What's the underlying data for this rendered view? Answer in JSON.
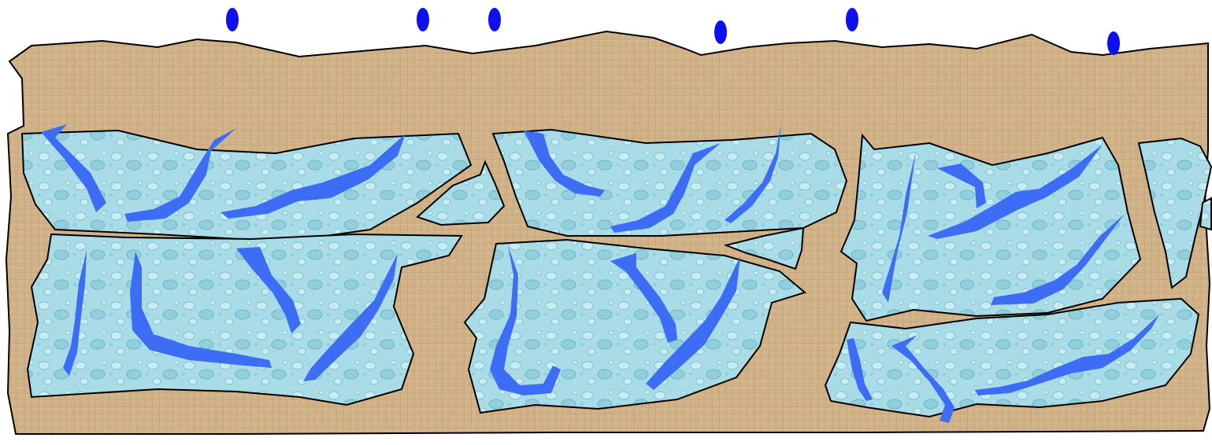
{
  "colors": {
    "background": "#ffffff",
    "soil": "#d3b48a",
    "soil_texture": "#b8976b",
    "outline": "#000000",
    "aggregate": "#a9dce6",
    "aggregate_bubble": "#7fc3d2",
    "channel": "#3d6cf5",
    "raindrop": "#1010ee"
  },
  "raindrop_count": 6,
  "aggregate_count": 10,
  "channel_count": 20
}
